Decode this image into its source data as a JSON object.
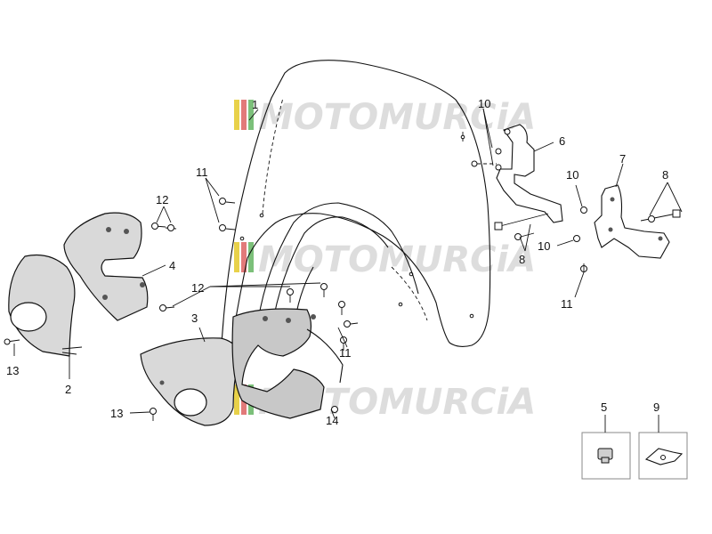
{
  "watermark": {
    "text": "MOTOMURCiA",
    "colors": [
      "#e8d14a",
      "#e27a7a",
      "#7cc07a"
    ]
  },
  "labels": {
    "l1": "1",
    "l2": "2",
    "l3": "3",
    "l4": "4",
    "l5": "5",
    "l6": "6",
    "l7": "7",
    "l8a": "8",
    "l8b": "8",
    "l9": "9",
    "l10a": "10",
    "l10b": "10",
    "l10c": "10",
    "l11a": "11",
    "l11b": "11",
    "l11c": "11",
    "l12a": "12",
    "l12b": "12",
    "l13a": "13",
    "l13b": "13",
    "l14": "14"
  },
  "colors": {
    "part_fill": "#d9d9d9",
    "line": "#111111",
    "watermark": "#d4d4d4"
  }
}
